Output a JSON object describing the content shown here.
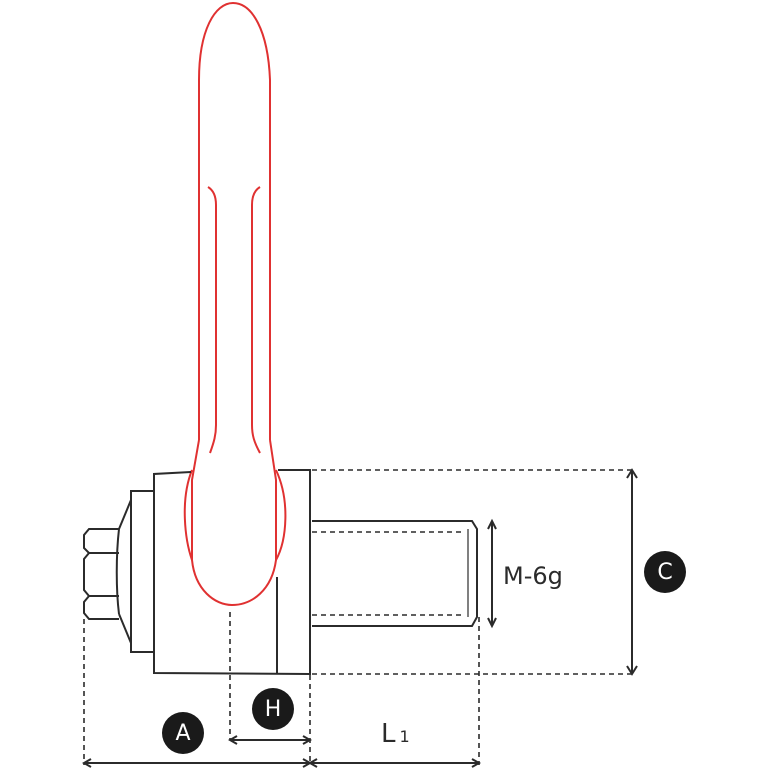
{
  "diagram": {
    "subject": "swivel lifting point with bolt and hex nut",
    "colors": {
      "outline": "#2b2b2b",
      "lifting_ring": "#e03131",
      "badge_fill": "#1a1a1a",
      "badge_text": "#ffffff",
      "background": "#ffffff"
    },
    "labels": {
      "thread": "M-6g",
      "length": "L",
      "length_sub": "1"
    },
    "badges": [
      {
        "id": "A",
        "text": "A"
      },
      {
        "id": "H",
        "text": "H"
      },
      {
        "id": "C",
        "text": "C"
      }
    ]
  }
}
